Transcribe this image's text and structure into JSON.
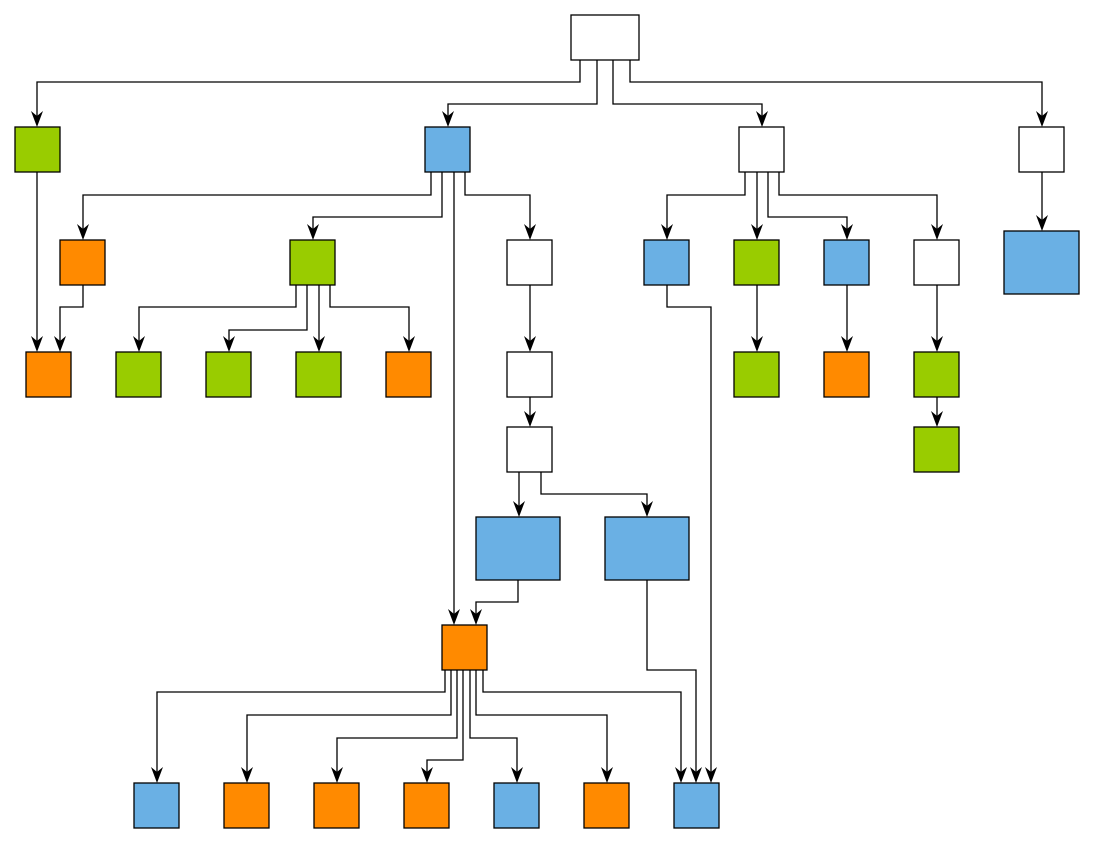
{
  "palette": {
    "white": "#FFFFFF",
    "green": "#99CC00",
    "blue": "#6AB0E4",
    "orange": "#FF8A00",
    "stroke": "#000000"
  },
  "nodes": [
    {
      "id": "root",
      "color": "white"
    },
    {
      "id": "a1",
      "color": "green"
    },
    {
      "id": "a2",
      "color": "blue"
    },
    {
      "id": "a3",
      "color": "white"
    },
    {
      "id": "a4",
      "color": "white"
    },
    {
      "id": "b1",
      "color": "orange"
    },
    {
      "id": "b2",
      "color": "green"
    },
    {
      "id": "b3",
      "color": "white"
    },
    {
      "id": "b4",
      "color": "blue"
    },
    {
      "id": "b5",
      "color": "green"
    },
    {
      "id": "b6",
      "color": "blue"
    },
    {
      "id": "b7",
      "color": "white"
    },
    {
      "id": "b8",
      "color": "blue"
    },
    {
      "id": "c1",
      "color": "orange"
    },
    {
      "id": "c2",
      "color": "green"
    },
    {
      "id": "c3",
      "color": "green"
    },
    {
      "id": "c4",
      "color": "green"
    },
    {
      "id": "c5",
      "color": "orange"
    },
    {
      "id": "c6",
      "color": "white"
    },
    {
      "id": "c7",
      "color": "green"
    },
    {
      "id": "c8",
      "color": "orange"
    },
    {
      "id": "c9",
      "color": "green"
    },
    {
      "id": "d1",
      "color": "white"
    },
    {
      "id": "d2",
      "color": "green"
    },
    {
      "id": "e1",
      "color": "blue"
    },
    {
      "id": "e2",
      "color": "blue"
    },
    {
      "id": "f1",
      "color": "orange"
    },
    {
      "id": "g1",
      "color": "blue"
    },
    {
      "id": "g2",
      "color": "orange"
    },
    {
      "id": "g3",
      "color": "orange"
    },
    {
      "id": "g4",
      "color": "orange"
    },
    {
      "id": "g5",
      "color": "blue"
    },
    {
      "id": "g6",
      "color": "orange"
    },
    {
      "id": "g7",
      "color": "blue"
    }
  ],
  "edges": [
    {
      "from": "root",
      "to": "a1"
    },
    {
      "from": "root",
      "to": "a2"
    },
    {
      "from": "root",
      "to": "a3"
    },
    {
      "from": "root",
      "to": "a4"
    },
    {
      "from": "a1",
      "to": "c1"
    },
    {
      "from": "a2",
      "to": "b1"
    },
    {
      "from": "a2",
      "to": "b2"
    },
    {
      "from": "a2",
      "to": "b3"
    },
    {
      "from": "a2",
      "to": "f1"
    },
    {
      "from": "a3",
      "to": "b4"
    },
    {
      "from": "a3",
      "to": "b5"
    },
    {
      "from": "a3",
      "to": "b6"
    },
    {
      "from": "a3",
      "to": "b7"
    },
    {
      "from": "a4",
      "to": "b8"
    },
    {
      "from": "b1",
      "to": "c1"
    },
    {
      "from": "b2",
      "to": "c2"
    },
    {
      "from": "b2",
      "to": "c3"
    },
    {
      "from": "b2",
      "to": "c4"
    },
    {
      "from": "b2",
      "to": "c5"
    },
    {
      "from": "b3",
      "to": "c6"
    },
    {
      "from": "b4",
      "to": "g7"
    },
    {
      "from": "b5",
      "to": "c7"
    },
    {
      "from": "b6",
      "to": "c8"
    },
    {
      "from": "b7",
      "to": "c9"
    },
    {
      "from": "c6",
      "to": "d1"
    },
    {
      "from": "c9",
      "to": "d2"
    },
    {
      "from": "d1",
      "to": "e1"
    },
    {
      "from": "d1",
      "to": "e2"
    },
    {
      "from": "e1",
      "to": "f1"
    },
    {
      "from": "e2",
      "to": "g7"
    },
    {
      "from": "f1",
      "to": "g1"
    },
    {
      "from": "f1",
      "to": "g2"
    },
    {
      "from": "f1",
      "to": "g3"
    },
    {
      "from": "f1",
      "to": "g4"
    },
    {
      "from": "f1",
      "to": "g5"
    },
    {
      "from": "f1",
      "to": "g6"
    },
    {
      "from": "f1",
      "to": "g7"
    }
  ]
}
